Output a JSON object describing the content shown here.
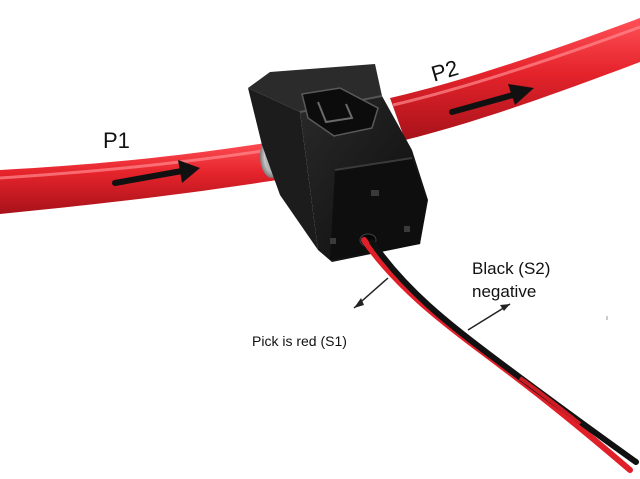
{
  "labels": {
    "p1": "P1",
    "p2": "P2",
    "red_wire": "Pick is red (S1)",
    "black_wire_line1": "Black (S2)",
    "black_wire_line2": "negative"
  },
  "colors": {
    "cable_red": "#e5232b",
    "cable_highlight": "#ff6a6f",
    "sensor_body": "#141414",
    "arrow": "#111111"
  },
  "icons": {
    "current_arrow_p1": "arrow-right-icon",
    "current_arrow_p2": "arrow-right-icon"
  }
}
